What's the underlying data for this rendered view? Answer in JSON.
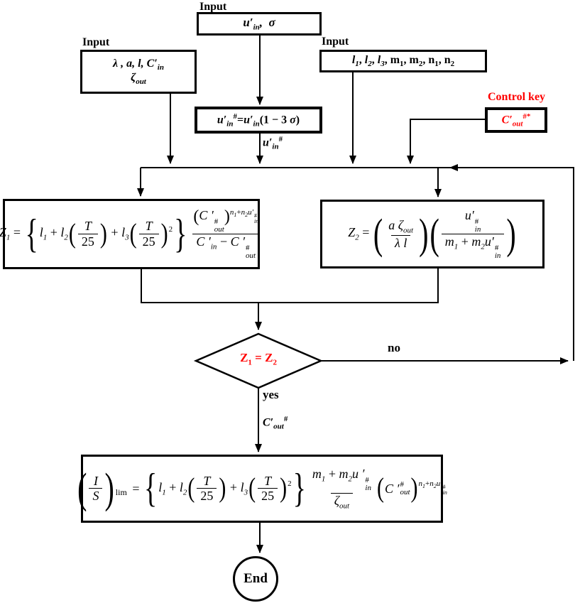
{
  "colors": {
    "accent_red": "#ff0000",
    "line_black": "#000000"
  },
  "top_input": {
    "label": "Input",
    "u": "u′",
    "u_sub": "in",
    "sep": ",  ",
    "sigma": "σ"
  },
  "left_input": {
    "label": "Input",
    "line1": "λ , a, l, C′",
    "line1_sub": "in",
    "zeta": "ζ",
    "zeta_sub": "out"
  },
  "right_input": {
    "label": "Input",
    "sep": ", ",
    "items": [
      {
        "b": "l",
        "s": "1"
      },
      {
        "b": "l",
        "s": "2"
      },
      {
        "b": "l",
        "s": "3"
      },
      {
        "b": "m",
        "s": "1"
      },
      {
        "b": "m",
        "s": "2"
      },
      {
        "b": "n",
        "s": "1"
      },
      {
        "b": "n",
        "s": "2"
      }
    ]
  },
  "control_key": {
    "label": "Control key",
    "c": "C′",
    "c_sub": "out",
    "c_sup": "#*"
  },
  "transform": {
    "lhs": "u′",
    "lhs_sub": "in",
    "lhs_sup": "#",
    "eq": "=",
    "rhs": "u′",
    "rhs_sub": "in",
    "tail_pre": "(1 − 3 ",
    "sigma": "σ",
    "tail_post": ")"
  },
  "wire_labels": {
    "u": "u′",
    "u_sub": "in",
    "u_sup": "#",
    "no": "no",
    "yes": "yes",
    "c": "C′",
    "c_sub": "out",
    "c_sup": "#"
  },
  "z1": {
    "lhs": "Z",
    "lhs_sub": "1",
    "eq": "=",
    "brace_open": "{",
    "brace_close": "}",
    "l1": "l",
    "l1_sub": "1",
    "plus1": "+",
    "l2": "l",
    "l2_sub": "2",
    "plus2": "+",
    "l3": "l",
    "l3_sub": "3",
    "po": "(",
    "pc": ")",
    "T": "T",
    "d25": "25",
    "sq": "2",
    "num_po": "(",
    "num_c": "C ′",
    "num_sup": "#",
    "num_sub": "out",
    "num_pc": ")",
    "exp_n1": "n",
    "exp_n1_sub": "1",
    "exp_plus": "+",
    "exp_n2": "n",
    "exp_n2_sub": "2",
    "exp_u": "u′",
    "exp_u_sup": "#",
    "exp_u_sub": "in",
    "den_a": "C ′",
    "den_a_sub": "in",
    "minus": "−",
    "den_b": "C ′",
    "den_b_sup": "#",
    "den_b_sub": "out"
  },
  "z2": {
    "lhs": "Z",
    "lhs_sub": "2",
    "eq": "=",
    "po": "(",
    "pc": ")",
    "f1_num": "a ζ",
    "f1_num_sub": "out",
    "f1_den": "λ l",
    "f2_num": "u′",
    "f2_num_sup": "#",
    "f2_num_sub": "in",
    "f2_m1": "m",
    "f2_m1_sub": "1",
    "f2_plus": "+",
    "f2_m2": "m",
    "f2_m2_sub": "2",
    "f2_u": "u′",
    "f2_u_sup": "#",
    "f2_u_sub": "in"
  },
  "decision": {
    "z1": "Z",
    "z1_sub": "1",
    "eq": "=",
    "z2": "Z",
    "z2_sub": "2"
  },
  "final": {
    "I": "I",
    "S": "S",
    "po": "(",
    "pc": ")",
    "lhs_sub": "lim",
    "eq": "=",
    "brace_open": "{",
    "brace_close": "}",
    "l1": "l",
    "l1_sub": "1",
    "plus1": "+",
    "l2": "l",
    "l2_sub": "2",
    "plus2": "+",
    "l3": "l",
    "l3_sub": "3",
    "T": "T",
    "d25": "25",
    "sq": "2",
    "mid_m1": "m",
    "mid_m1_sub": "1",
    "mid_plus": "+",
    "mid_m2": "m",
    "mid_m2_sub": "2",
    "mid_u": "u ′",
    "mid_u_sup": "#",
    "mid_u_sub": "in",
    "mid_den": "ζ",
    "mid_den_sub": "out",
    "c": "C ′",
    "c_sup": "#",
    "c_sub": "out",
    "exp_n1": "n",
    "exp_n1_sub": "1",
    "exp_plus": "+",
    "exp_n2": "n",
    "exp_n2_sub": "2",
    "exp_u": "u′",
    "exp_u_sup": "#",
    "exp_u_sub": "in"
  },
  "end": {
    "label": "End"
  }
}
